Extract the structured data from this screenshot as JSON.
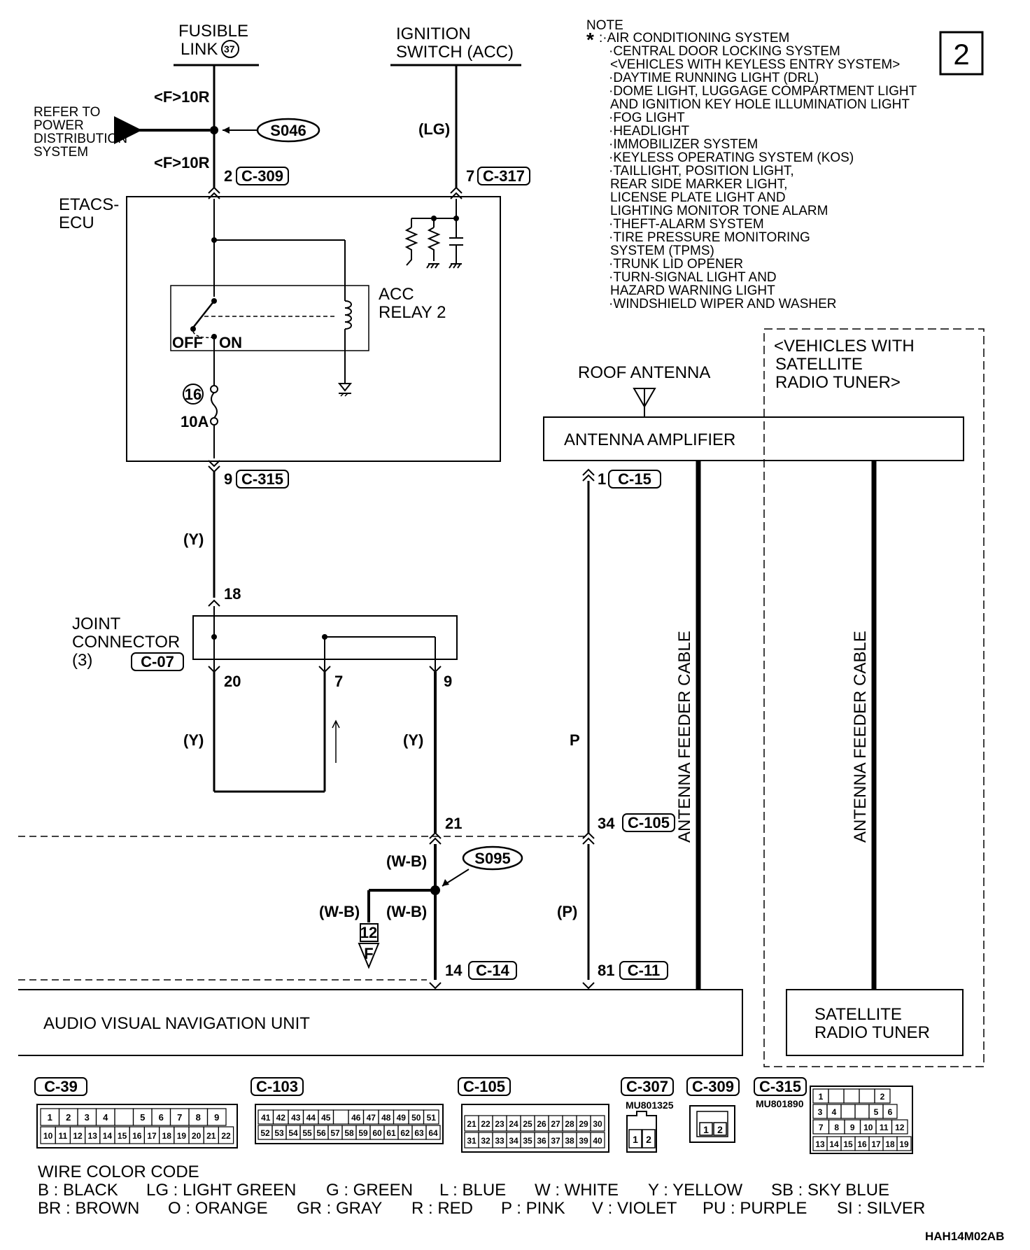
{
  "page_number": "2",
  "figure_code": "HAH14M02AB",
  "top_sources": {
    "fusible_link": [
      "FUSIBLE",
      "LINK"
    ],
    "fusible_link_num": "37",
    "ignition": [
      "IGNITION",
      "SWITCH (ACC)"
    ]
  },
  "note": {
    "title": "NOTE",
    "star": "*",
    "lines": [
      ":·AIR CONDITIONING SYSTEM",
      "·CENTRAL DOOR LOCKING SYSTEM",
      "<VEHICLES WITH KEYLESS ENTRY SYSTEM>",
      "·DAYTIME RUNNING LIGHT (DRL)",
      "·DOME LIGHT, LUGGAGE COMPARTMENT LIGHT",
      "AND IGNITION KEY HOLE ILLUMINATION LIGHT",
      "·FOG LIGHT",
      "·HEADLIGHT",
      "·IMMOBILIZER SYSTEM",
      "·KEYLESS OPERATING SYSTEM (KOS)",
      "·TAILLIGHT, POSITION LIGHT,",
      "REAR SIDE MARKER LIGHT,",
      "LICENSE PLATE LIGHT AND",
      "LIGHTING MONITOR TONE ALARM",
      "·THEFT-ALARM SYSTEM",
      "·TIRE PRESSURE MONITORING",
      "SYSTEM (TPMS)",
      "·TRUNK LID OPENER",
      "·TURN-SIGNAL LIGHT AND",
      "HAZARD WARNING LIGHT",
      "·WINDSHIELD WIPER AND WASHER"
    ]
  },
  "wire_labels": {
    "f10r_top": "<F>10R",
    "f10r_bottom": "<F>10R",
    "lg": "(LG)",
    "y1": "(Y)",
    "y2": "(Y)",
    "y3": "(Y)",
    "p": "P",
    "p2": "(P)",
    "wb1": "(W-B)",
    "wb2": "(W-B)",
    "wb3": "(W-B)"
  },
  "refer_to": [
    "REFER TO",
    "POWER",
    "DISTRIBUTION",
    "SYSTEM"
  ],
  "splices": {
    "s046": "S046",
    "s095": "S095"
  },
  "pins": {
    "c309_pin": "2",
    "c309": "C-309",
    "c317_pin": "7",
    "c317": "C-317",
    "c315_pin": "9",
    "c315": "C-315",
    "c15_pin": "1",
    "c15": "C-15",
    "jc_in": "18",
    "jc_out1": "20",
    "jc_out2": "7",
    "jc_out3": "9",
    "c105_pin": "34",
    "c105": "C-105",
    "av_mid_pin": "21",
    "c14_pin": "14",
    "c14": "C-14",
    "c11_pin": "81",
    "c11": "C-11",
    "ground_num": "12",
    "ground_letter": "F"
  },
  "components": {
    "etacs": [
      "ETACS-",
      "ECU"
    ],
    "acc_relay": [
      "ACC",
      "RELAY 2"
    ],
    "off": "OFF",
    "on": "ON",
    "fuse_num": "16",
    "fuse_amp": "10A",
    "joint_connector": [
      "JOINT",
      "CONNECTOR",
      "(3)"
    ],
    "jc_code": "C-07",
    "roof_antenna": "ROOF ANTENNA",
    "antenna_amp": "ANTENNA AMPLIFIER",
    "feeder1": "ANTENNA FEEDER CABLE",
    "feeder2": "ANTENNA FEEDER CABLE",
    "sat_vehicles": [
      "<VEHICLES WITH",
      "SATELLITE",
      "RADIO TUNER>"
    ],
    "av_unit": "AUDIO VISUAL NAVIGATION UNIT",
    "sat_tuner": [
      "SATELLITE",
      "RADIO TUNER"
    ]
  },
  "connectors": {
    "c39": {
      "code": "C-39",
      "row1": [
        "1",
        "2",
        "3",
        "4",
        "",
        "5",
        "6",
        "7",
        "8",
        "9"
      ],
      "row2": [
        "10",
        "11",
        "12",
        "13",
        "14",
        "15",
        "16",
        "17",
        "18",
        "19",
        "20",
        "21",
        "22"
      ]
    },
    "c103": {
      "code": "C-103",
      "row1": [
        "41",
        "42",
        "43",
        "44",
        "45",
        "",
        "46",
        "47",
        "48",
        "49",
        "50",
        "51"
      ],
      "row2": [
        "52",
        "53",
        "54",
        "55",
        "56",
        "57",
        "58",
        "59",
        "60",
        "61",
        "62",
        "63",
        "64"
      ]
    },
    "c105": {
      "code": "C-105",
      "row1": [
        "21",
        "22",
        "23",
        "24",
        "25",
        "26",
        "27",
        "28",
        "29",
        "30"
      ],
      "row2": [
        "31",
        "32",
        "33",
        "34",
        "35",
        "36",
        "37",
        "38",
        "39",
        "40"
      ]
    },
    "c307": {
      "code": "C-307",
      "part": "MU801325",
      "pins": [
        "1",
        "2"
      ]
    },
    "c309": {
      "code": "C-309",
      "pins": [
        "1",
        "2"
      ]
    },
    "c315": {
      "code": "C-315",
      "part": "MU801890",
      "pins": [
        "1",
        "2",
        "3",
        "4",
        "5",
        "6",
        "7",
        "8",
        "9",
        "10",
        "11",
        "12",
        "13",
        "14",
        "15",
        "16",
        "17",
        "18",
        "19"
      ]
    }
  },
  "wire_color_code": {
    "title": "WIRE COLOR CODE",
    "row1": [
      "B : BLACK",
      "LG : LIGHT GREEN",
      "G : GREEN",
      "L : BLUE",
      "W : WHITE",
      "Y : YELLOW",
      "SB : SKY BLUE"
    ],
    "row2": [
      "BR : BROWN",
      "O : ORANGE",
      "GR : GRAY",
      "R : RED",
      "P : PINK",
      "V : VIOLET",
      "PU : PURPLE",
      "SI : SILVER"
    ]
  }
}
